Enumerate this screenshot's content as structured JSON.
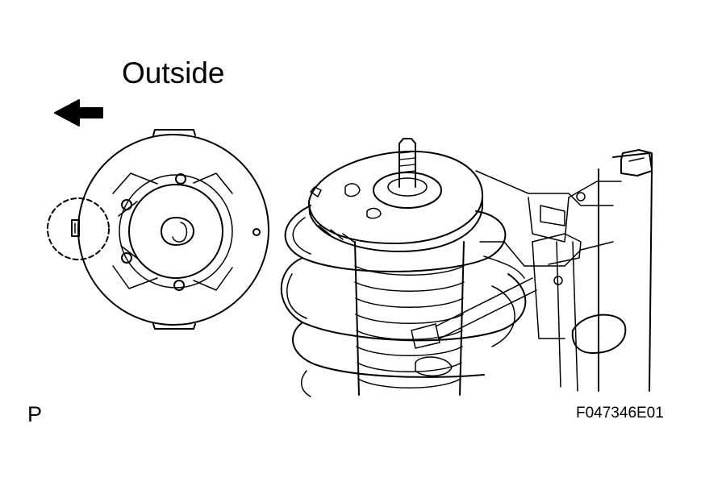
{
  "labels": {
    "direction": "Outside",
    "view_code": "P",
    "figure_code": "F047346E01"
  },
  "icons": {
    "direction_arrow": "left-arrow-icon"
  },
  "colors": {
    "line": "#000000",
    "background": "#ffffff"
  }
}
